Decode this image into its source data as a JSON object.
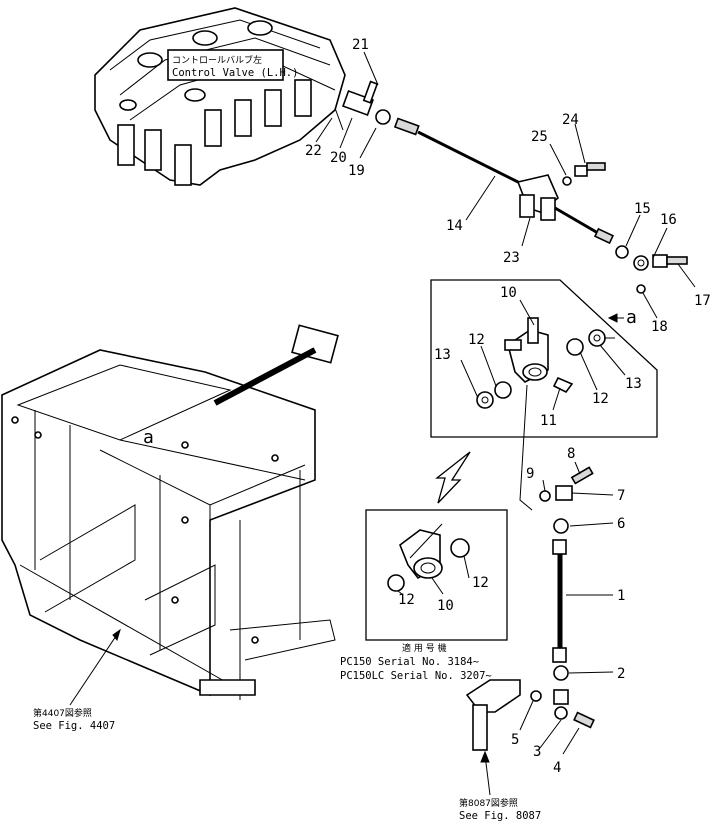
{
  "callouts": {
    "p1": "1",
    "p2": "2",
    "p3": "3",
    "p4": "4",
    "p5": "5",
    "p6": "6",
    "p7": "7",
    "p8": "8",
    "p9": "9",
    "p10": "10",
    "p10b": "10",
    "p11": "11",
    "p12a": "12",
    "p12b": "12",
    "p12c": "12",
    "p12d": "12",
    "p13a": "13",
    "p13b": "13",
    "p14": "14",
    "p15": "15",
    "p16": "16",
    "p17": "17",
    "p18": "18",
    "p19": "19",
    "p20": "20",
    "p21": "21",
    "p22": "22",
    "p23": "23",
    "p24": "24",
    "p25": "25",
    "a1": "a",
    "a2": "a"
  },
  "notes": {
    "control_valve_jp": "コントロールバルブ左",
    "control_valve_en": "Control Valve (L.H.)",
    "serial_jp": "適 用 号 機",
    "serial_line1": "PC150   Serial No. 3184~",
    "serial_line2": "PC150LC Serial No. 3207~",
    "ref4407_jp": "第4407図参照",
    "ref4407_en": "See Fig. 4407",
    "ref8087_jp": "第8087図参照",
    "ref8087_en": "See Fig. 8087"
  }
}
